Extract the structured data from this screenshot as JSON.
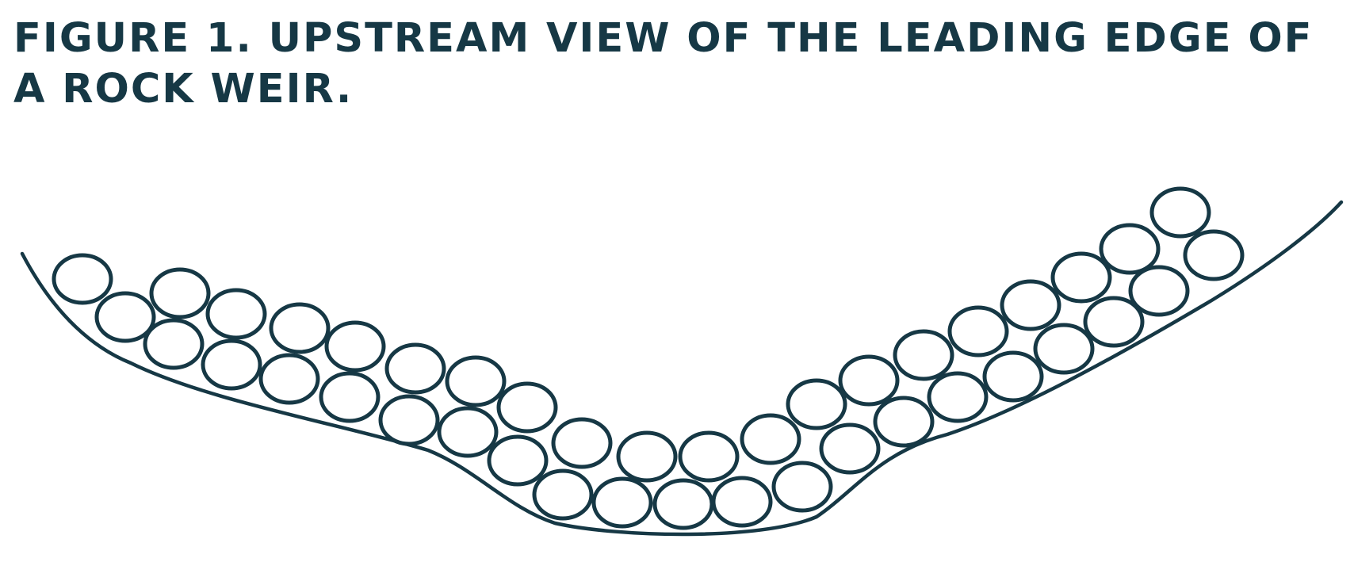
{
  "figure": {
    "title_line1": "FIGURE 1. UPSTREAM VIEW OF THE LEADING EDGE OF",
    "title_line2": "A ROCK WEIR.",
    "ink_color": "#163845",
    "background_color": "#ffffff"
  },
  "diagram": {
    "view": "upstream",
    "elements": [
      "channel-bed-profile",
      "boulders"
    ]
  }
}
